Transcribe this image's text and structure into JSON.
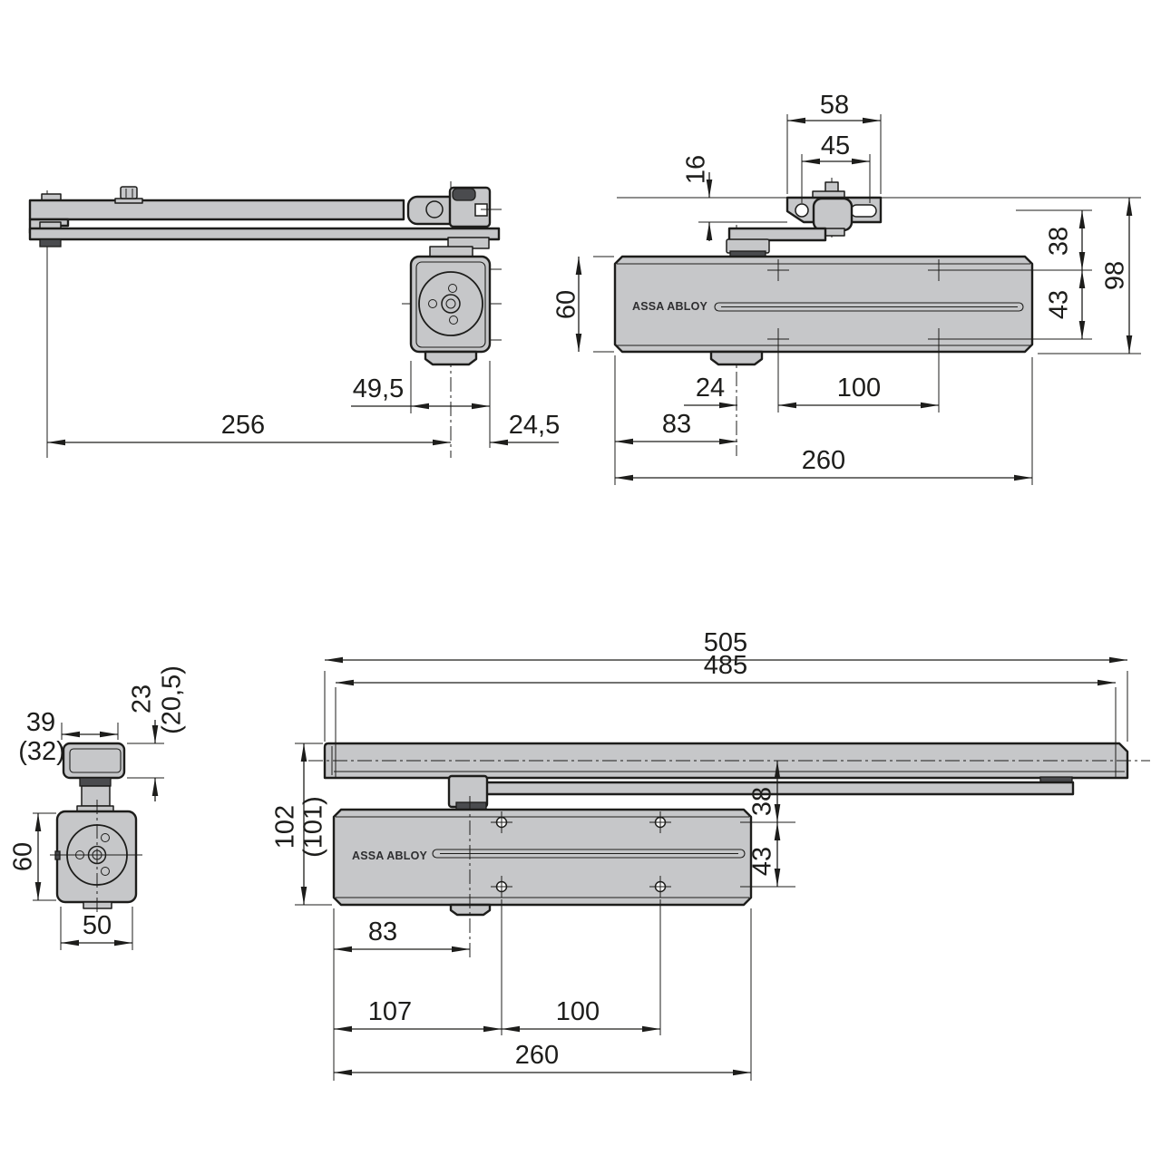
{
  "drawing": {
    "brand": "ASSA ABLOY",
    "colors": {
      "line": "#1d1d1b",
      "part_fill": "#c6c7c9",
      "dark_fill": "#4a4b4e",
      "background": "#ffffff"
    },
    "views": {
      "arm_top": {
        "dim_49_5": "49,5",
        "dim_256": "256",
        "dim_24_5": "24,5"
      },
      "body_front": {
        "dim_58": "58",
        "dim_45": "45",
        "dim_16": "16",
        "dim_60": "60",
        "dim_38": "38",
        "dim_98": "98",
        "dim_43": "43",
        "dim_24": "24",
        "dim_100": "100",
        "dim_83": "83",
        "dim_260": "260"
      },
      "side": {
        "dim_39": "39",
        "dim_32": "(32)",
        "dim_23": "23",
        "dim_20_5": "(20,5)",
        "dim_60": "60",
        "dim_50": "50"
      },
      "rail_front": {
        "dim_505": "505",
        "dim_485": "485",
        "dim_102": "102",
        "dim_101": "(101)",
        "dim_38": "38",
        "dim_43": "43",
        "dim_83": "83",
        "dim_107": "107",
        "dim_100": "100",
        "dim_260": "260"
      }
    }
  }
}
